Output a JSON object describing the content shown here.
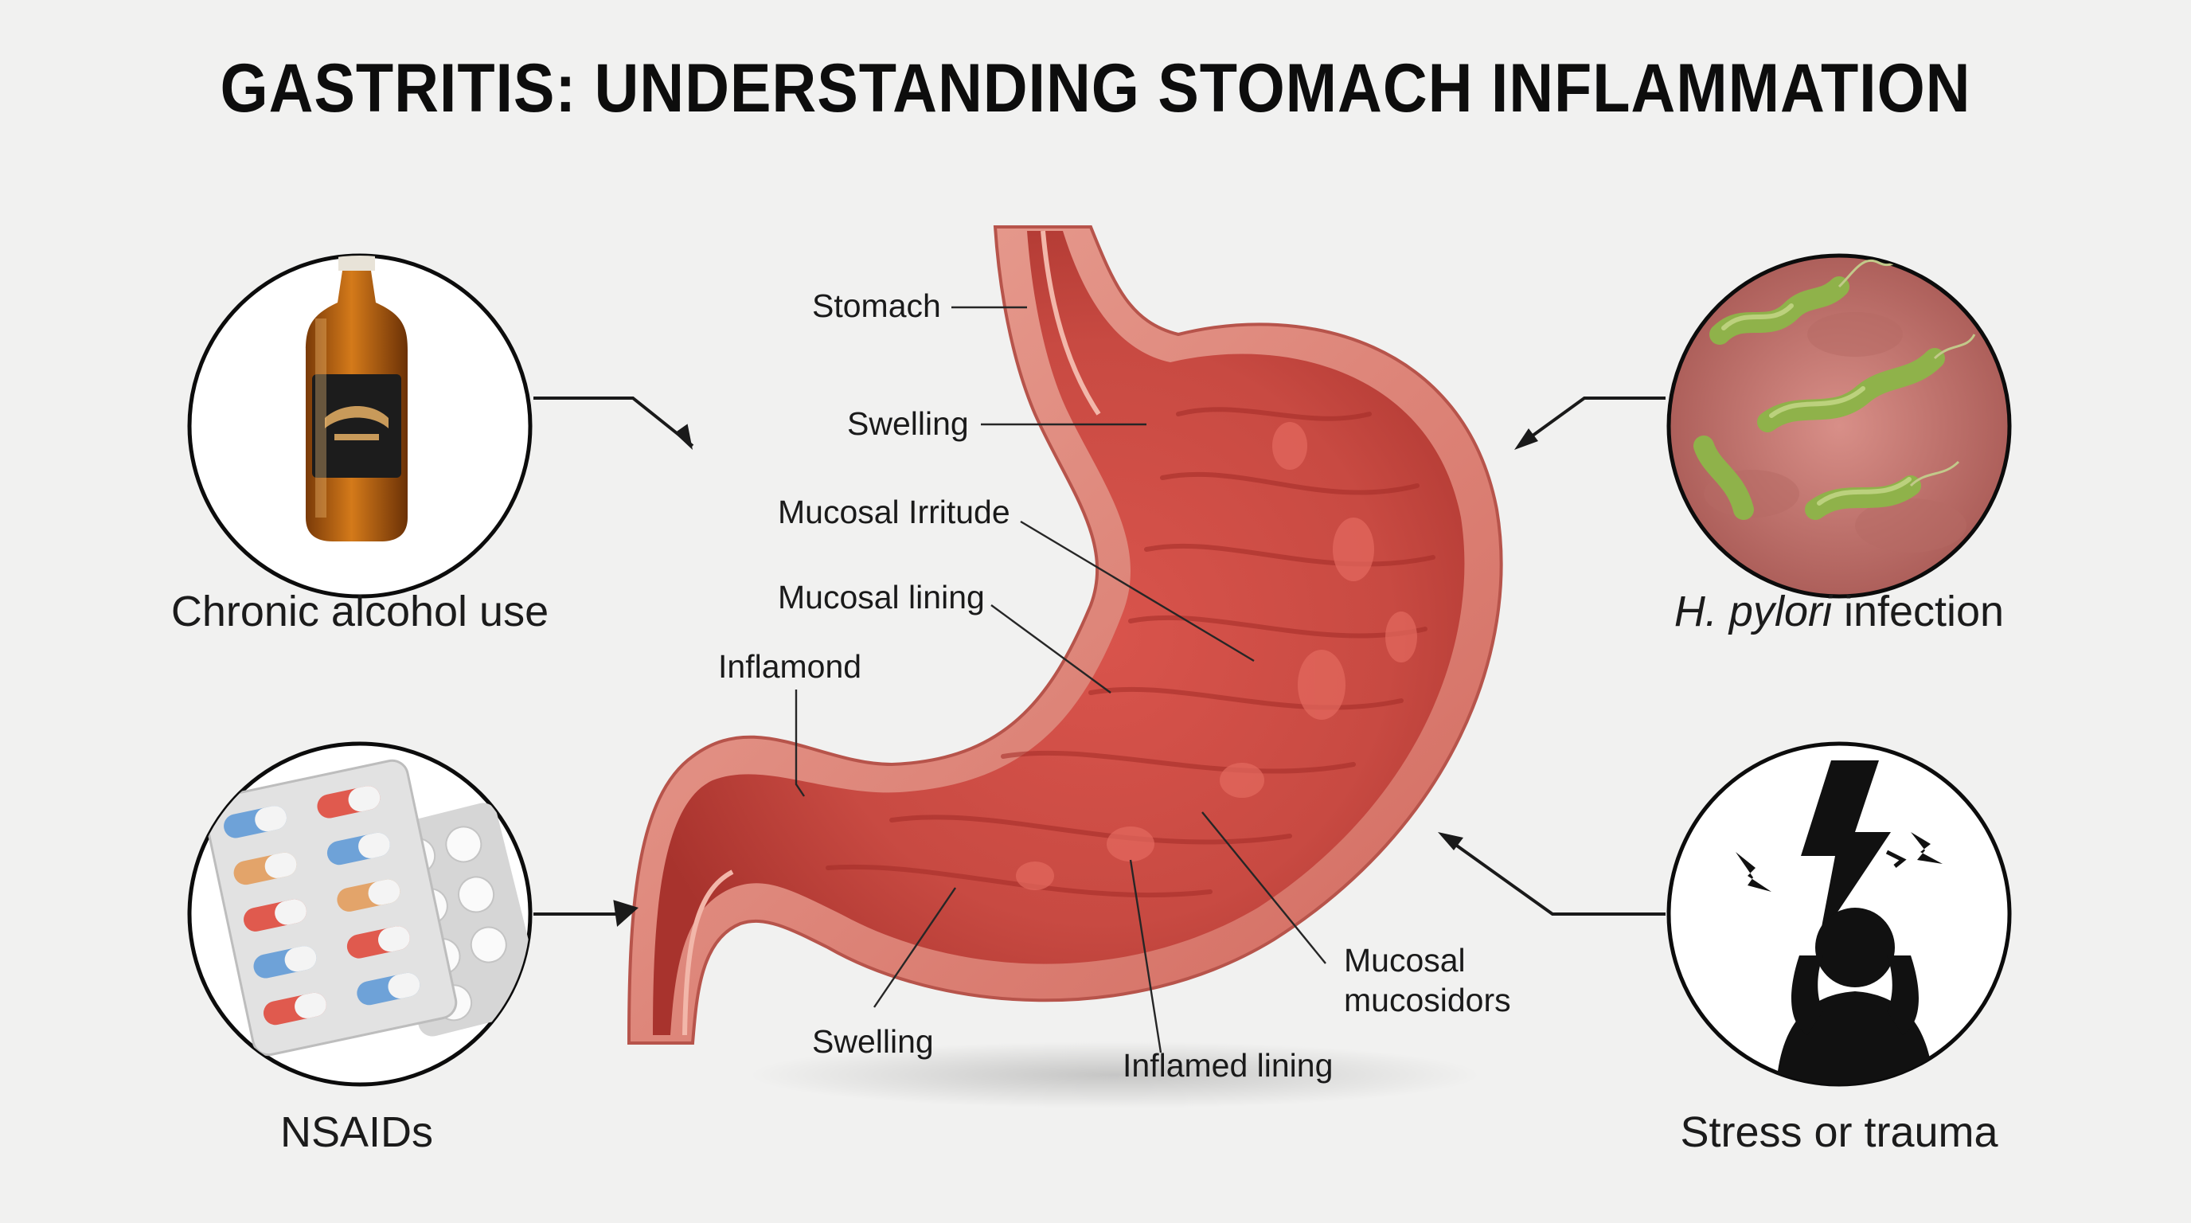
{
  "title": "GASTRITIS: UNDERSTANDING STOMACH INFLAMMATION",
  "causes": {
    "alcohol": "Chronic alcohol use",
    "hpylori_italic": "H. pylori",
    "hpylori_rest": " infection",
    "nsaids": "NSAIDs",
    "stress": "Stress or trauma"
  },
  "labels": {
    "stomach": "Stomach",
    "swelling_top": "Swelling",
    "mucosal_irritude": "Mucosal Irritude",
    "mucosal_lining": "Mucosal lining",
    "inflamond": "Inflamond",
    "swelling_bottom": "Swelling",
    "inflamed_lining": "Inflamed lining",
    "mucosal_line1": "Mucosal",
    "mucosal_line2": "mucosidors"
  },
  "colors": {
    "background": "#f1f1f0",
    "stomach_wall": "#e0847a",
    "stomach_inner": "#c9473f",
    "title": "#0d0d0d"
  },
  "icons": [
    "whiskey-bottle-icon",
    "bacteria-icon",
    "pill-blister-icon",
    "stress-person-icon"
  ]
}
